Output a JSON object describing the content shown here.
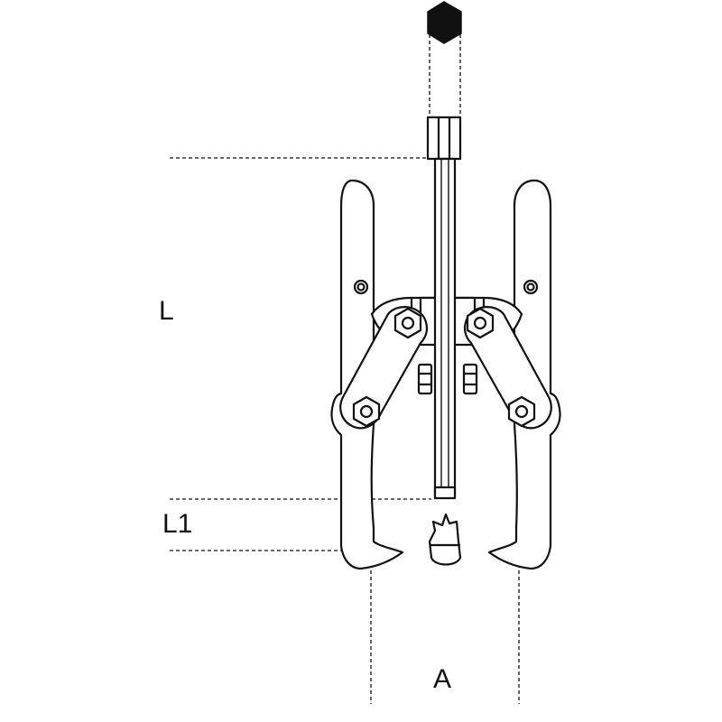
{
  "dimension_labels": {
    "length": "L",
    "length_1": "L1",
    "span": "A"
  },
  "colors": {
    "line": "#111111",
    "background": "#ffffff"
  }
}
